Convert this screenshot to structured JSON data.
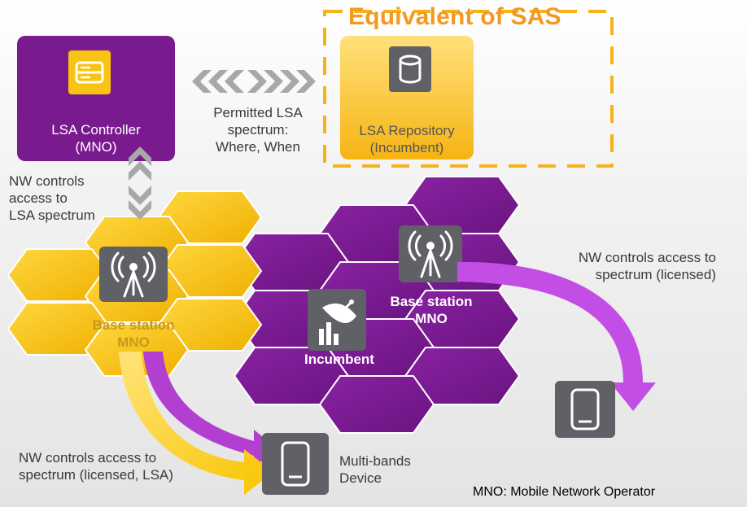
{
  "sas_title": "Equivalent of SAS",
  "lsa_controller": {
    "line1": "LSA Controller",
    "line2": "(MNO)"
  },
  "lsa_repository": {
    "line1": "LSA Repository",
    "line2": "(Incumbent)"
  },
  "permitted_lsa": {
    "line1": "Permitted LSA",
    "line2": "spectrum:",
    "line3": "Where, When"
  },
  "nw_controls_lsa": {
    "line1": "NW controls",
    "line2": "access to",
    "line3": "LSA spectrum"
  },
  "nw_controls_licensed": {
    "line1": "NW controls access to",
    "line2": "spectrum (licensed)"
  },
  "nw_controls_licensed_lsa": {
    "line1": "NW controls access to",
    "line2": "spectrum (licensed, LSA)"
  },
  "base_station_left": {
    "line1": "Base station",
    "line2": "MNO"
  },
  "base_station_right": {
    "line1": "Base station",
    "line2": "MNO"
  },
  "incumbent": "Incumbent",
  "multi_bands_device": {
    "line1": "Multi-bands",
    "line2": "Device"
  },
  "footer_note": "MNO: Mobile Network Operator",
  "colors": {
    "purple": "#7a1a8f",
    "yellow": "#f7c20f",
    "orange": "#f29a1f",
    "icon_gray": "#5f6166",
    "arrow_violet": "#c24ee6"
  },
  "icons": [
    "server-icon",
    "database-icon",
    "antenna-icon",
    "satellite-dish-icon",
    "phone-icon"
  ]
}
